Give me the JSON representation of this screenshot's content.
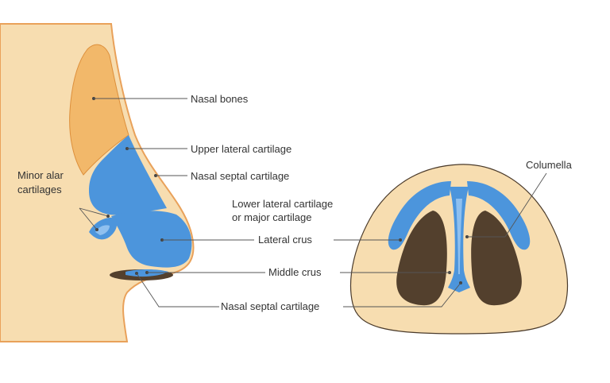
{
  "colors": {
    "skin": "#f7ddb0",
    "skin_edge": "#e9a15a",
    "bone": "#f2b86a",
    "bone_edge": "#dd8f3b",
    "cartilage": "#4c95dc",
    "cartilage_light": "#8fc0ef",
    "nostril": "#53402d",
    "outline": "#4a3a2a"
  },
  "labels": {
    "nasal_bones": "Nasal bones",
    "upper_lateral_cartilage": "Upper lateral cartilage",
    "nasal_septal_cartilage_upper": "Nasal septal cartilage",
    "minor_alar_line1": "Minor alar",
    "minor_alar_line2": "cartilages",
    "lower_lateral_line1": "Lower lateral cartilage",
    "lower_lateral_line2": "or major cartilage",
    "lateral_crus": "Lateral crus",
    "middle_crus": "Middle crus",
    "nasal_septal_cartilage_lower": "Nasal septal cartilage",
    "columella": "Columella"
  },
  "icons": {
    "side_view": "nose-side-profile-illustration",
    "bottom_view": "nose-base-view-illustration"
  }
}
